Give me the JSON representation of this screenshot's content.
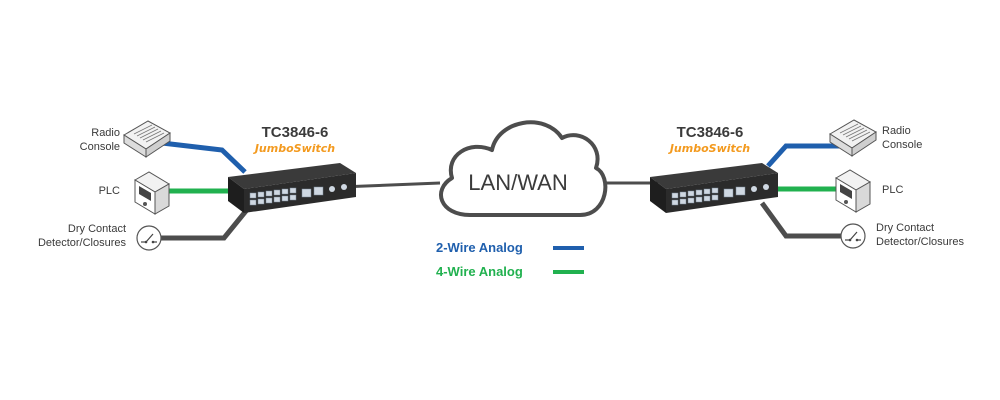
{
  "colors": {
    "two_wire": "#1f5fad",
    "four_wire": "#21b14f",
    "gray": "#4d4d4d"
  },
  "network": {
    "label": "LAN/WAN"
  },
  "left_unit": {
    "model": "TC3846-6",
    "brand": "JumboSwitch"
  },
  "right_unit": {
    "model": "TC3846-6",
    "brand": "JumboSwitch"
  },
  "left_devices": {
    "radio": {
      "line1": "Radio",
      "line2": "Console"
    },
    "plc": {
      "label": "PLC"
    },
    "dry": {
      "line1": "Dry Contact",
      "line2": "Detector/Closures"
    }
  },
  "right_devices": {
    "radio": {
      "line1": "Radio",
      "line2": "Console"
    },
    "plc": {
      "label": "PLC"
    },
    "dry": {
      "line1": "Dry Contact",
      "line2": "Detector/Closures"
    }
  },
  "legend": {
    "two_wire": "2-Wire Analog",
    "four_wire": "4-Wire Analog"
  }
}
